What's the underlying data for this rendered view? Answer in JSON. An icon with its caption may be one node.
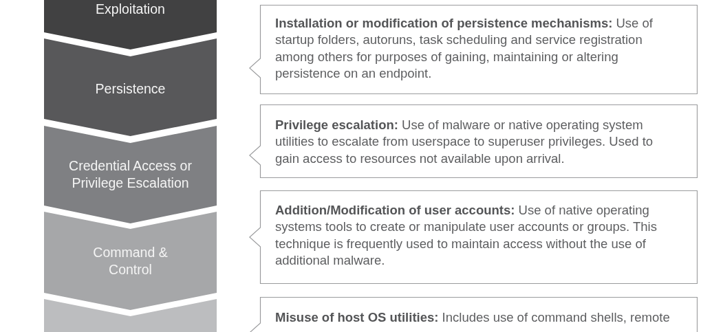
{
  "diagram": {
    "nodes": [
      {
        "text": [
          "Exploitation"
        ]
      },
      {
        "text": [
          "Persistence"
        ]
      },
      {
        "text": [
          "Credential Access or Privilege Escalation"
        ]
      },
      {
        "text": [
          "Command & Control"
        ]
      },
      {
        "text": [],
        "shape": "chevron"
      },
      {
        "text": [
          "**Installation or modification of persistence mechanisms:** Use of startup folders, autoruns, task scheduling and service registration among others for purposes of gaining, maintaining or altering persistence on an endpoint."
        ]
      },
      {
        "text": [
          "**Privilege escalation:** Use of malware or native operating system utilities to escalate from userspace to superuser privileges. Used to gain access to resources not available upon arrival."
        ]
      },
      {
        "text": [
          "**Addition/Modification of user accounts:** Use of native operating systems tools to create or manipulate user accounts or groups. This technique is frequently used to maintain access without the use of additional malware."
        ]
      },
      {
        "text": [
          "**Misuse of host OS utilities:** Includes use of command shells, remote"
        ]
      }
    ]
  }
}
